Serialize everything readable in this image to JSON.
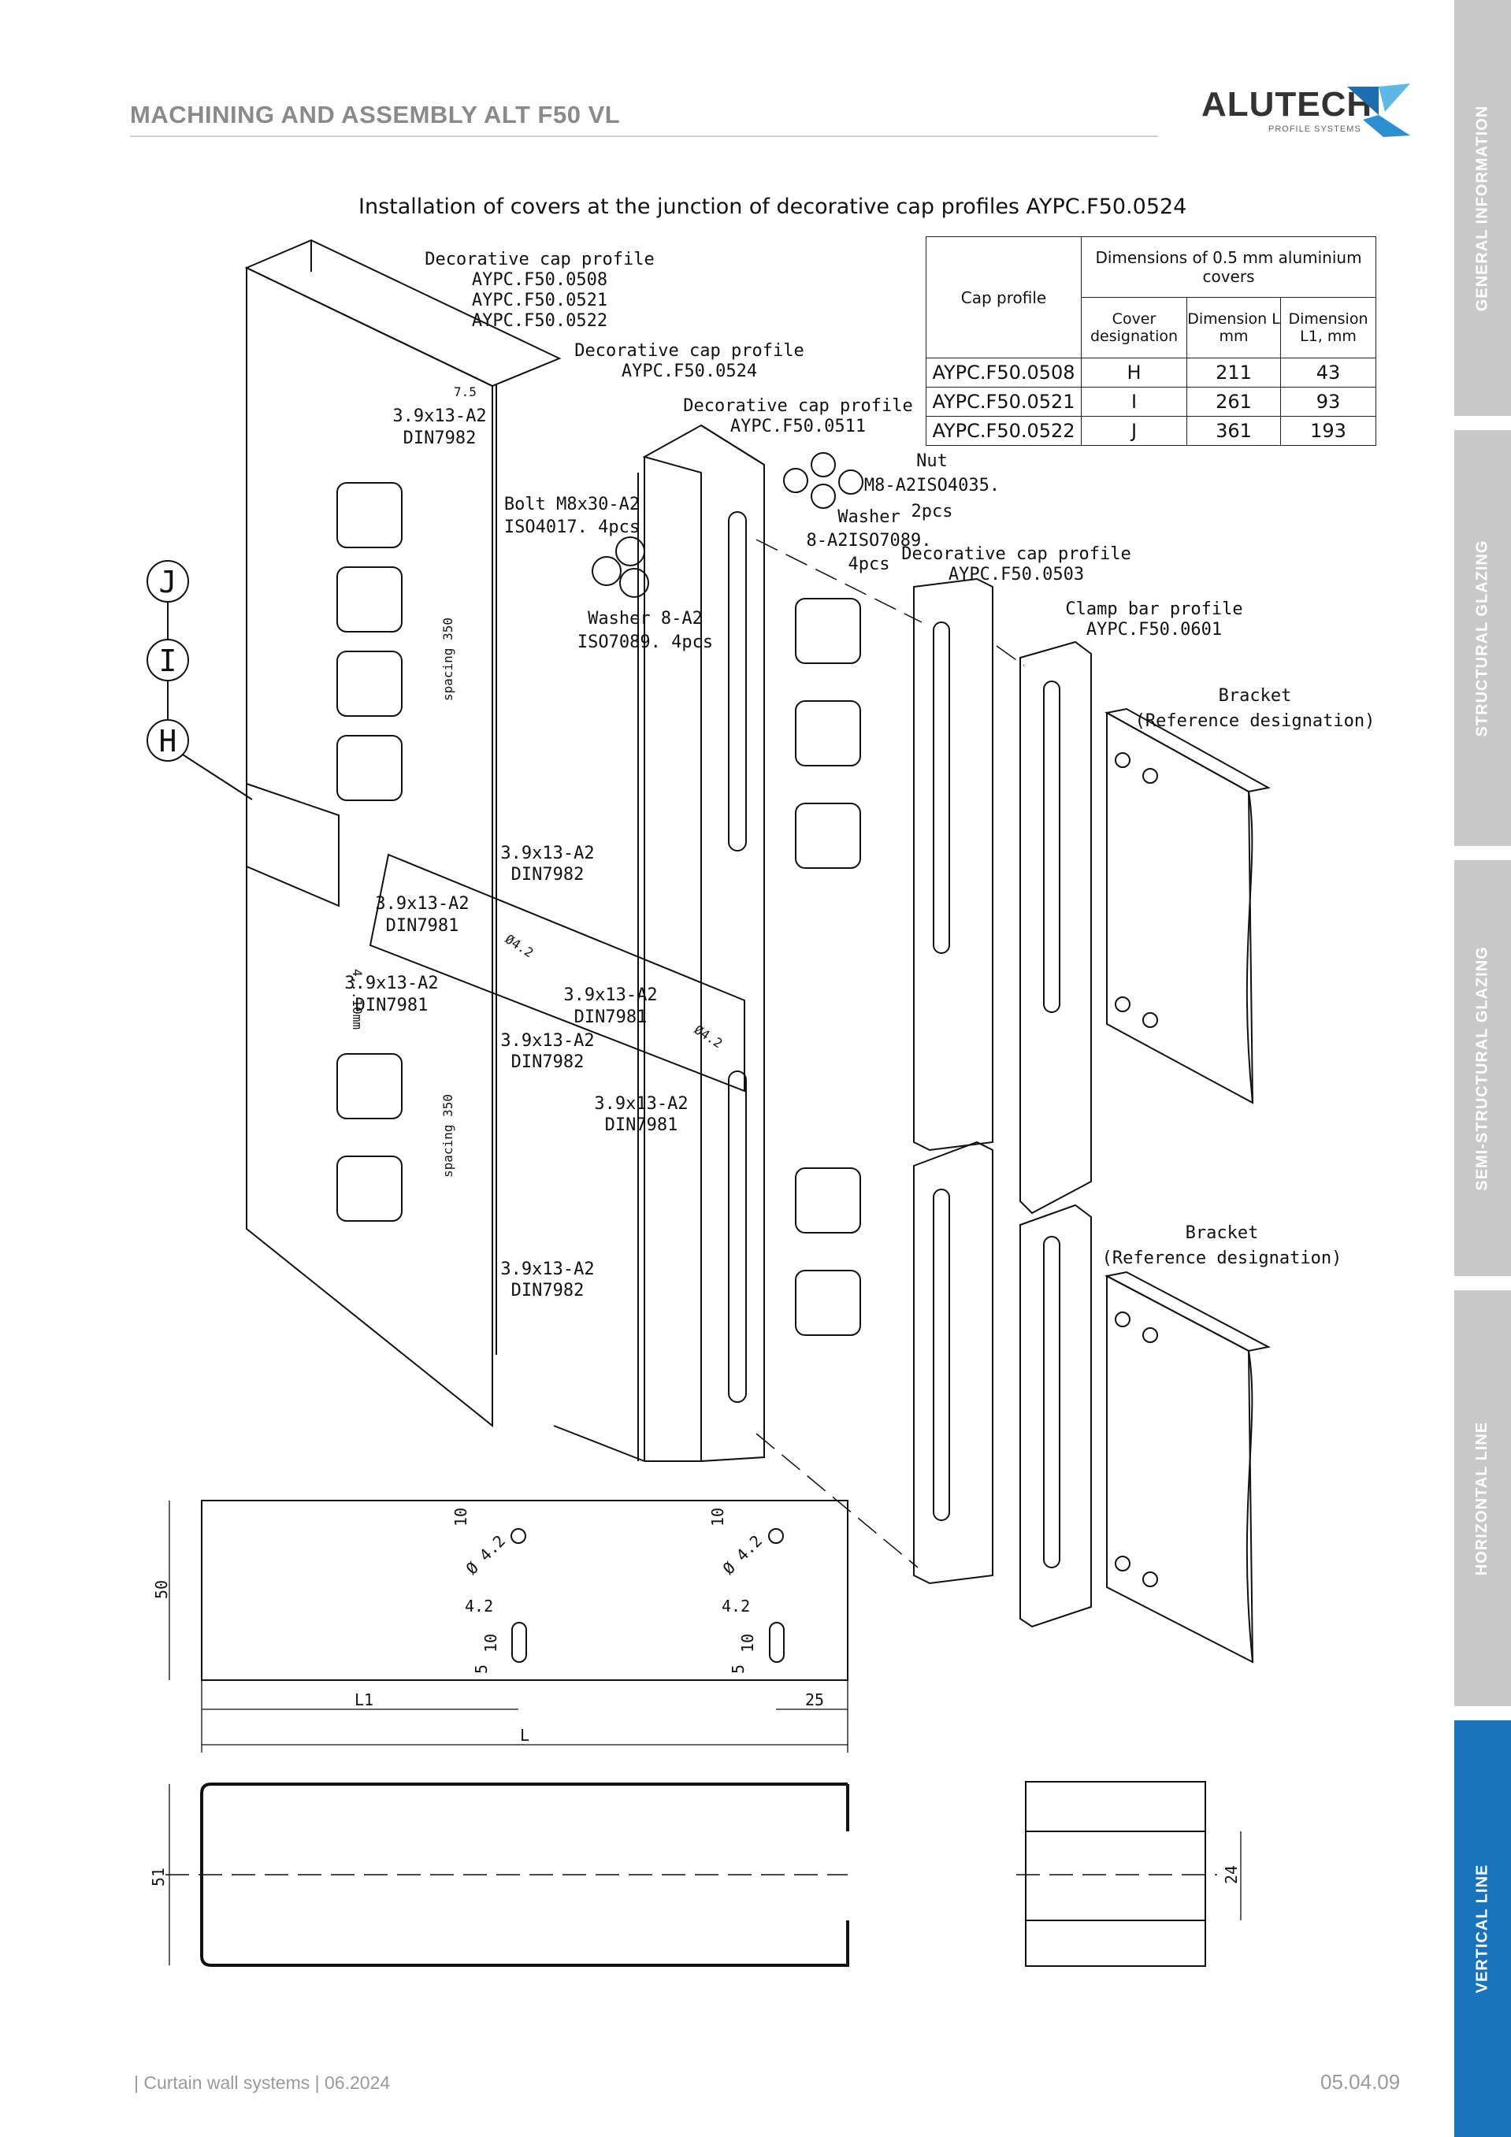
{
  "header": {
    "title": "MACHINING AND ASSEMBLY ALT F50 VL",
    "logo_text": "ALUTECH",
    "logo_subtext": "PROFILE SYSTEMS"
  },
  "side_tabs": [
    {
      "label": "GENERAL INFORMATION",
      "active": false
    },
    {
      "label": "STRUCTURAL GLAZING",
      "active": false
    },
    {
      "label": "SEMI-STRUCTURAL GLAZING",
      "active": false
    },
    {
      "label": "HORIZONTAL LINE",
      "active": false
    },
    {
      "label": "VERTICAL LINE",
      "active": true
    }
  ],
  "drawing": {
    "title": "Installation of covers at the junction of decorative cap profiles AYPC.F50.0524",
    "level_markers": [
      "J",
      "I",
      "H"
    ],
    "callouts": {
      "cap_0508_line1": "Decorative cap profile",
      "cap_0508_line2": "AYPC.F50.0508",
      "cap_0508_line3": "AYPC.F50.0521",
      "cap_0508_line4": "AYPC.F50.0522",
      "cap_0524_line1": "Decorative cap profile",
      "cap_0524_line2": "AYPC.F50.0524",
      "cap_0511_line1": "Decorative cap profile",
      "cap_0511_line2": "AYPC.F50.0511",
      "cap_0503_line1": "Decorative cap profile",
      "cap_0503_line2": "AYPC.F50.0503",
      "clamp_line1": "Clamp bar profile",
      "clamp_line2": "AYPC.F50.0601",
      "nut_line1": "Nut",
      "nut_line2": "M8-A2ISO4035.",
      "nut_line3": "2pcs",
      "washer_r_line1": "Washer",
      "washer_r_line2": "8-A2ISO7089.",
      "washer_r_line3": "4pcs",
      "bolt_line1": "Bolt M8x30-A2",
      "bolt_line2": "ISO4017. 4pcs",
      "washer_l_line1": "Washer 8-A2",
      "washer_l_line2": "ISO7089. 4pcs",
      "bracket_top_line1": "Bracket",
      "bracket_top_line2": "(Reference designation)",
      "bracket_bot_line1": "Bracket",
      "bracket_bot_line2": "(Reference designation)",
      "screw_top_line1": "3.9x13-A2",
      "screw_top_line2": "DIN7982",
      "screw_mid_line1": "3.9x13-A2",
      "screw_mid_line2": "DIN7982",
      "screw_a_line1": "3.9x13-A2",
      "screw_a_line2": "DIN7981",
      "screw_b_line1": "3.9x13-A2",
      "screw_b_line2": "DIN7981",
      "screw_c_line1": "3.9x13-A2",
      "screw_c_line2": "DIN7981",
      "screw_d_line1": "3.9x13-A2",
      "screw_d_line2": "DIN7982",
      "screw_e_line1": "3.9x13-A2",
      "screw_e_line2": "DIN7981",
      "screw_f_line1": "3.9x13-A2",
      "screw_f_line2": "DIN7982",
      "spacing_top": "spacing 350",
      "spacing_bot": "spacing 350",
      "dim_7_5": "7.5",
      "dim_d42_a": "Ø4.2",
      "dim_d42_b": "Ø4.2",
      "dim_slot": "4...10mm"
    },
    "dims": {
      "h50": "50",
      "d10a": "10",
      "d10b": "10",
      "phi_a": "Ø 4.2",
      "phi_b": "Ø 4.2",
      "w42a": "4.2",
      "w42b": "4.2",
      "s10a": "10",
      "s10b": "10",
      "s5a": "5",
      "s5b": "5",
      "L1": "L1",
      "d25": "25",
      "L": "L",
      "h51": "51",
      "h24": "24"
    }
  },
  "table": {
    "header_cap_profile": "Cap profile",
    "header_dimensions": "Dimensions of 0.5 mm aluminium covers",
    "header_cover": "Cover designation",
    "header_dim_L": "Dimension L mm",
    "header_dim_L1": "Dimension L1, mm",
    "rows": [
      {
        "profile": "AYPC.F50.0508",
        "designation": "H",
        "L": "211",
        "L1": "43"
      },
      {
        "profile": "AYPC.F50.0521",
        "designation": "I",
        "L": "261",
        "L1": "93"
      },
      {
        "profile": "AYPC.F50.0522",
        "designation": "J",
        "L": "361",
        "L1": "193"
      }
    ]
  },
  "footer": {
    "left": "| Curtain wall systems | 06.2024",
    "page": "05.04.09"
  }
}
